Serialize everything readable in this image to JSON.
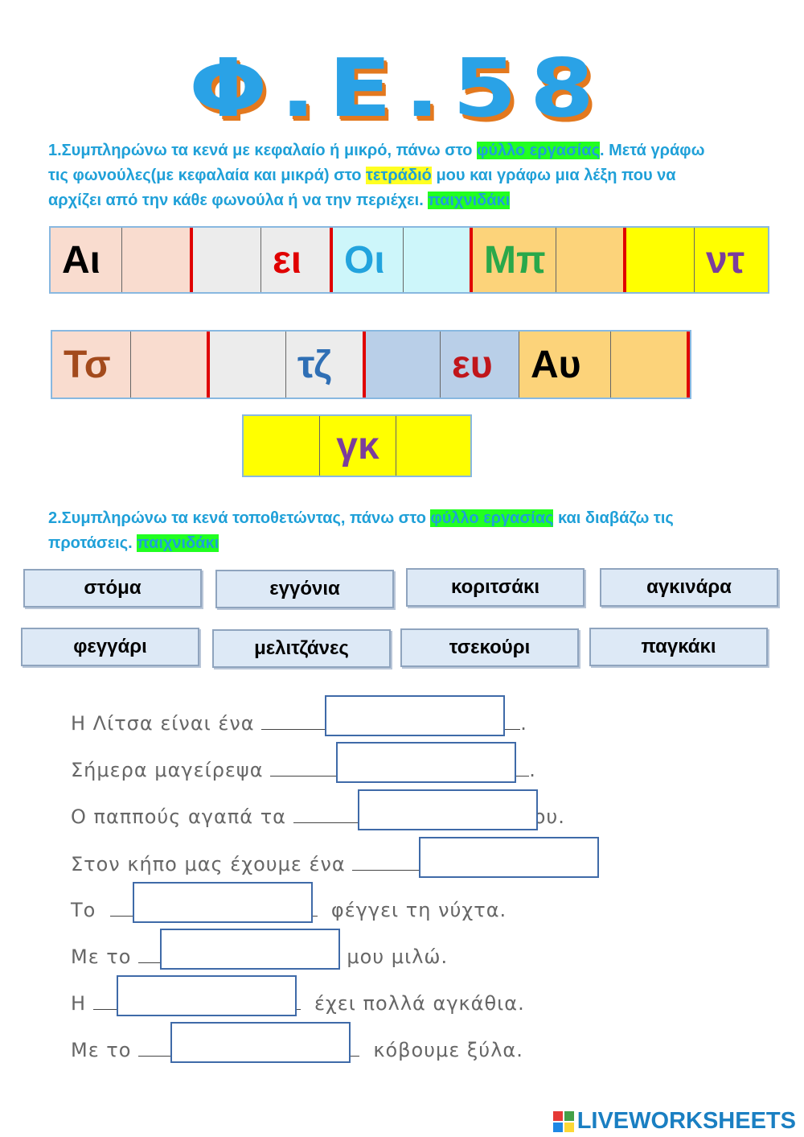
{
  "title": "Φ.Ε.58",
  "instruction1": {
    "line1_a": "1.Συμπληρώνω τα κενά με κεφαλαίο ή μικρό, πάνω στο ",
    "line1_hl": "φύλλο εργασίας",
    "line1_b": ". Μετά γράφω",
    "line2_a": "τις φωνούλες(με κεφαλαία και μικρά) στο ",
    "line2_hl": "τετράδιό",
    "line2_b": " μου και γράφω μια λέξη που να",
    "line3_a": "αρχίζει από την κάθε φωνούλα ή να την περιέχει. ",
    "line3_hl": "παιχνιδάκι"
  },
  "row1": [
    "Αι",
    "",
    "",
    "ει",
    "Οι",
    "",
    "Μπ",
    "",
    "",
    "ντ"
  ],
  "row2": [
    "Τσ",
    "",
    "",
    "τζ",
    "",
    "ευ",
    "Αυ",
    ""
  ],
  "row3": [
    "",
    "γκ",
    ""
  ],
  "instruction2": {
    "line1_a": "2.Συμπληρώνω τα κενά τοποθετώντας, πάνω στο ",
    "line1_hl": "φύλλο εργασίας",
    "line1_b": " και διαβάζω τις",
    "line2_a": "προτάσεις. ",
    "line2_hl": "παιχνιδάκι"
  },
  "words": [
    "στόμα",
    "εγγόνια",
    "κοριτσάκι",
    "αγκινάρα",
    "φεγγάρι",
    "μελιτζάνες",
    "τσεκούρι",
    "παγκάκι"
  ],
  "sentences": [
    {
      "before": "Η Λίτσα είναι ένα ",
      "after": "."
    },
    {
      "before": "Σήμερα μαγείρεψα ",
      "after": "."
    },
    {
      "before": "Ο παππούς αγαπά τα ",
      "after": " του."
    },
    {
      "before": "Στον κήπο μας έχουμε ένα ",
      "after": "."
    },
    {
      "before": "Το  ",
      "after": "  φέγγει τη νύχτα."
    },
    {
      "before": "Με το ",
      "after": "  μου μιλώ."
    },
    {
      "before": "Η ",
      "after": "  έχει πολλά αγκάθια."
    },
    {
      "before": "Με το ",
      "after": "  κόβουμε ξύλα."
    }
  ],
  "logo": {
    "text": "LIVEWORKSHEETS",
    "colors": [
      "#e53935",
      "#43a047",
      "#1e88e5",
      "#fdd835"
    ]
  }
}
